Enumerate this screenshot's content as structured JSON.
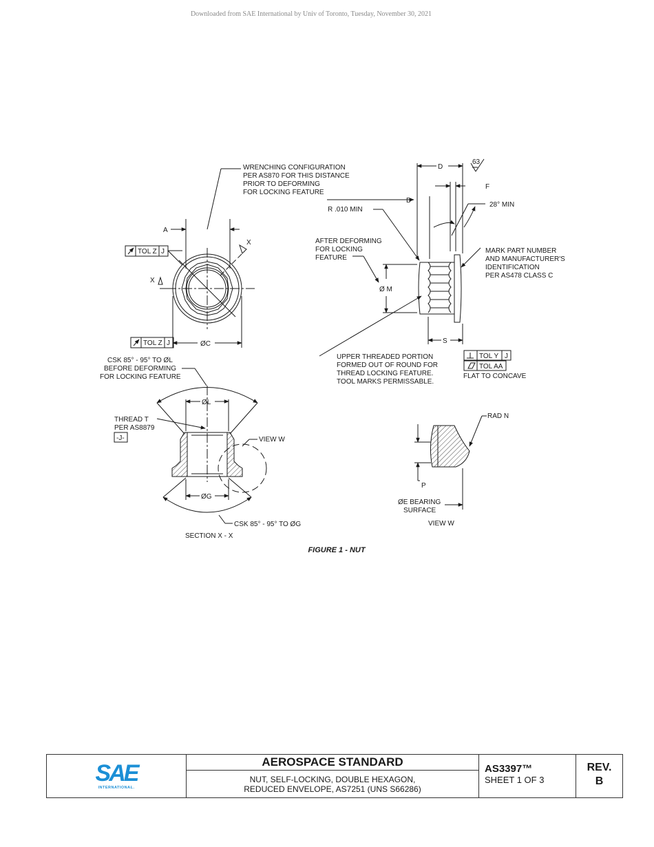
{
  "download_note": "Downloaded from SAE International by Univ of Toronto, Tuesday, November 30, 2021",
  "figure": {
    "caption": "FIGURE 1 - NUT",
    "labels": {
      "wrenching": [
        "WRENCHING CONFIGURATION",
        "PER AS870 FOR THIS DISTANCE",
        "PRIOR TO DEFORMING",
        "FOR LOCKING FEATURE"
      ],
      "dim_a": "A",
      "tolz_1": "TOL Z",
      "tolz_1_ref": "J",
      "tolz_2": "TOL Z",
      "tolz_2_ref": "J",
      "x_left": "X",
      "x_right": "X",
      "dim_c": "ØC",
      "dim_d": "D",
      "surface_finish": "63",
      "dim_f": "F",
      "dim_b": "B",
      "radius_min": "R .010 MIN",
      "angle_min": "28° MIN",
      "after_deforming": [
        "AFTER DEFORMING",
        "FOR LOCKING",
        "FEATURE"
      ],
      "mark_part": [
        "MARK PART NUMBER",
        "AND MANUFACTURER'S",
        "IDENTIFICATION",
        "PER AS478 CLASS C"
      ],
      "dim_m": "Ø M",
      "dim_s": "S",
      "upper_threaded": [
        "UPPER THREADED PORTION",
        "FORMED OUT OF ROUND FOR",
        "THREAD LOCKING FEATURE.",
        "TOOL MARKS PERMISSABLE."
      ],
      "toly": "TOL Y",
      "toly_ref": "J",
      "tolaa": "TOL AA",
      "flat_concave": "FLAT TO CONCAVE",
      "csk_l": [
        "CSK 85° - 95° TO ØL",
        "BEFORE DEFORMING",
        "FOR LOCKING FEATURE"
      ],
      "dim_l": "ØL",
      "thread_t": [
        "THREAD T",
        "PER AS8879"
      ],
      "datum_j": "-J-",
      "view_w_callout": "VIEW  W",
      "dim_g": "ØG",
      "csk_g": "CSK 85° - 95° TO ØG",
      "section_xx": "SECTION X - X",
      "rad_n": "RAD N",
      "dim_p": "P",
      "bearing": [
        "ØE BEARING",
        "SURFACE"
      ],
      "view_w": "VIEW  W"
    }
  },
  "title_block": {
    "logo_mark": "SAE",
    "logo_sub": "INTERNATIONAL.",
    "standard": "AEROSPACE STANDARD",
    "description": [
      "NUT, SELF-LOCKING, DOUBLE HEXAGON,",
      "REDUCED ENVELOPE, AS7251 (UNS S66286)"
    ],
    "doc_number": "AS3397™",
    "sheet": "SHEET 1 OF 3",
    "rev_label": "REV.",
    "rev_value": "B"
  }
}
